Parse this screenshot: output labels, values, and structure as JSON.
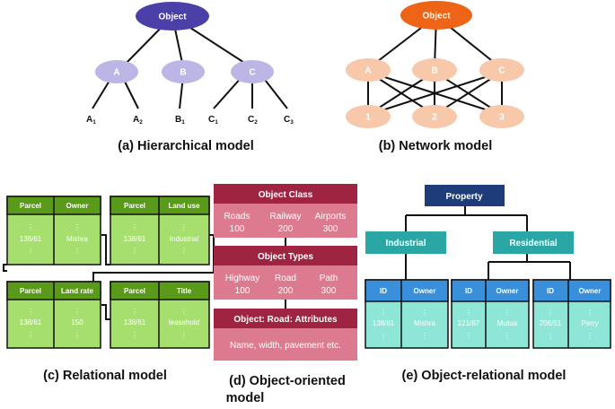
{
  "hierarchical": {
    "caption": "(a) Hierarchical model",
    "root": "Object",
    "children": [
      "A",
      "B",
      "C"
    ],
    "leaves": [
      {
        "base": "A",
        "sub": "1"
      },
      {
        "base": "A",
        "sub": "2"
      },
      {
        "base": "B",
        "sub": "1"
      },
      {
        "base": "C",
        "sub": "1"
      },
      {
        "base": "C",
        "sub": "2"
      },
      {
        "base": "C",
        "sub": "3"
      }
    ]
  },
  "network": {
    "caption": "(b) Network model",
    "root": "Object",
    "upper": [
      "A",
      "B",
      "C"
    ],
    "lower": [
      "1",
      "2",
      "3"
    ]
  },
  "relational": {
    "caption": "(c) Relational model",
    "tables": [
      {
        "headers": [
          "Parcel",
          "Owner"
        ],
        "values": [
          "138/61",
          "Mishra"
        ]
      },
      {
        "headers": [
          "Parcel",
          "Land use"
        ],
        "values": [
          "138/61",
          "Industrial"
        ]
      },
      {
        "headers": [
          "Parcel",
          "Land rate"
        ],
        "values": [
          "138/61",
          "150"
        ]
      },
      {
        "headers": [
          "Parcel",
          "Title"
        ],
        "values": [
          "138/61",
          "leasehold"
        ]
      }
    ]
  },
  "object_oriented": {
    "caption_line1": "(d) Object-oriented",
    "caption_line2": "model",
    "class_title": "Object Class",
    "class_items": [
      {
        "name": "Roads",
        "value": "100"
      },
      {
        "name": "Railway",
        "value": "200"
      },
      {
        "name": "Airports",
        "value": "300"
      }
    ],
    "types_title": "Object Types",
    "types_items": [
      {
        "name": "Highway",
        "value": "100"
      },
      {
        "name": "Road",
        "value": "200"
      },
      {
        "name": "Path",
        "value": "300"
      }
    ],
    "attr_title": "Object: Road: Attributes",
    "attr_text": "Name, width, pavement etc."
  },
  "object_relational": {
    "caption": "(e) Object-relational model",
    "root": "Property",
    "branches": [
      "Industrial",
      "Residential"
    ],
    "tables": [
      {
        "headers": [
          "ID",
          "Owner"
        ],
        "values": [
          "138/61",
          "Mishra"
        ]
      },
      {
        "headers": [
          "ID",
          "Owner"
        ],
        "values": [
          "121/87",
          "Mutua"
        ]
      },
      {
        "headers": [
          "ID",
          "Owner"
        ],
        "values": [
          "206/51",
          "Perry"
        ]
      }
    ]
  },
  "colors": {
    "hier_root": "#4b3fa8",
    "hier_child": "#bcb6e6",
    "net_root": "#ee6417",
    "net_node": "#f7c8aa",
    "rel_header": "#5a9a1a",
    "rel_body": "#a6df6e",
    "oo_title": "#9e2442",
    "oo_body": "#dc7b90",
    "or_root": "#1e3c7a",
    "or_branch": "#2aa6a4",
    "or_header": "#3a8fdb",
    "or_body": "#8ee6d7"
  }
}
